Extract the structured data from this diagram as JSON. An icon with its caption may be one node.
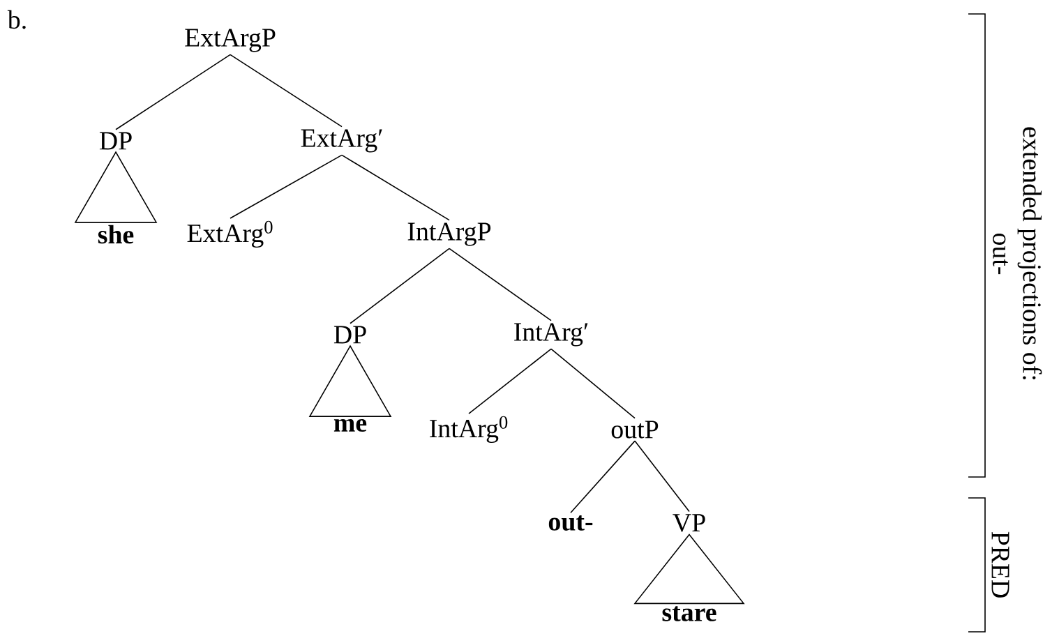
{
  "diagram": {
    "nodes": [
      {
        "text": [
          "ExtArgP"
        ]
      },
      {
        "text": [
          "DP"
        ]
      },
      {
        "text": [
          "ExtArg′"
        ]
      },
      {
        "text": [
          "she"
        ]
      },
      {
        "text": [
          "ExtArg$^{0}$"
        ]
      },
      {
        "text": [
          "IntArgP"
        ]
      },
      {
        "text": [
          "DP"
        ]
      },
      {
        "text": [
          "IntArg′"
        ]
      },
      {
        "text": [
          "me"
        ]
      },
      {
        "text": [
          "IntArg$^{0}$"
        ]
      },
      {
        "text": [
          "outP"
        ]
      },
      {
        "text": [
          "out-"
        ]
      },
      {
        "text": [
          "VP"
        ]
      },
      {
        "text": [
          "stare"
        ]
      }
    ],
    "edges": [
      {
        "from": 0,
        "to": 1,
        "arrow": "none"
      },
      {
        "from": 0,
        "to": 2,
        "arrow": "none"
      },
      {
        "from": 1,
        "to": 3,
        "arrow": "none"
      },
      {
        "from": 2,
        "to": 4,
        "arrow": "none"
      },
      {
        "from": 2,
        "to": 5,
        "arrow": "none"
      },
      {
        "from": 5,
        "to": 6,
        "arrow": "none"
      },
      {
        "from": 5,
        "to": 7,
        "arrow": "none"
      },
      {
        "from": 6,
        "to": 8,
        "arrow": "none"
      },
      {
        "from": 7,
        "to": 9,
        "arrow": "none"
      },
      {
        "from": 7,
        "to": 10,
        "arrow": "none"
      },
      {
        "from": 10,
        "to": 11,
        "arrow": "none"
      },
      {
        "from": 10,
        "to": 12,
        "arrow": "none"
      },
      {
        "from": 12,
        "to": 13,
        "arrow": "none"
      }
    ],
    "labels": [
      "b.",
      "extended projections of:",
      "out-",
      "PRED"
    ]
  }
}
